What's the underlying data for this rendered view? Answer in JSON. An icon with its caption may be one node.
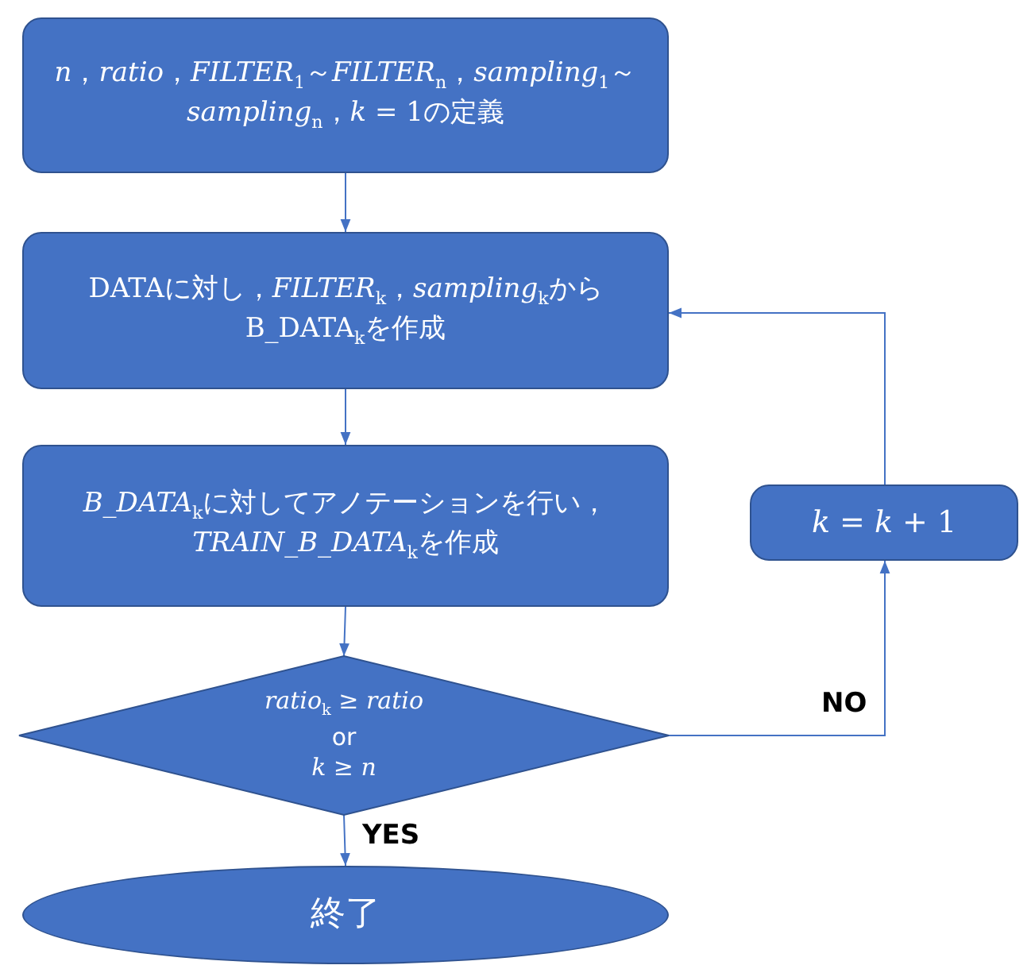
{
  "diagram": {
    "nodes": [
      {
        "text": [
          "*n*，*ratio*，*FILTER*$_{1}$～*FILTER*$_{n}$，*sampling*$_{1}$～*sampling*$_{n}$，*k* = 1の定義"
        ]
      },
      {
        "text": [
          "DATAに対し，*FILTER*$_{k}$，*sampling*$_{k}$からB_DATA$_{k}$を作成"
        ]
      },
      {
        "text": [
          "*B_DATA*$_{k}$に対してアノテーションを行い，*TRAIN_B_DATA*$_{k}$を作成"
        ]
      },
      {
        "text": [
          "*ratio*$_{k}$ ≥ *ratio*",
          "or",
          "*k* ≥ *n*"
        ]
      },
      {
        "text": [
          "終了"
        ]
      },
      {
        "text": [
          "*k* = *k* + 1"
        ]
      }
    ],
    "edges": [
      {
        "from": 0,
        "to": 1,
        "arrow": "to"
      },
      {
        "from": 1,
        "to": 2,
        "arrow": "to"
      },
      {
        "from": 2,
        "to": 3,
        "arrow": "to"
      },
      {
        "from": 3,
        "to": 4,
        "arrow": "to",
        "label": "YES"
      },
      {
        "from": 3,
        "to": 5,
        "arrow": "to",
        "label": "NO"
      },
      {
        "from": 5,
        "to": 1,
        "arrow": "to"
      }
    ]
  }
}
